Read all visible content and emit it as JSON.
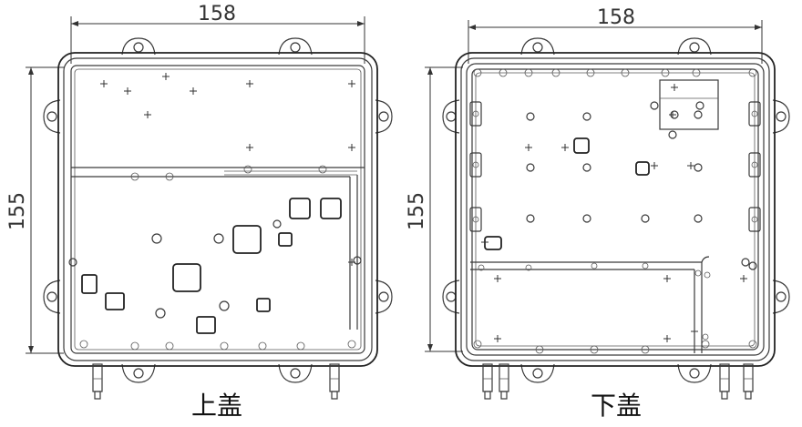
{
  "left_view": {
    "width_dim": "158",
    "height_dim": "155",
    "caption": "上盖"
  },
  "right_view": {
    "width_dim": "158",
    "height_dim": "155",
    "caption": "下盖"
  }
}
